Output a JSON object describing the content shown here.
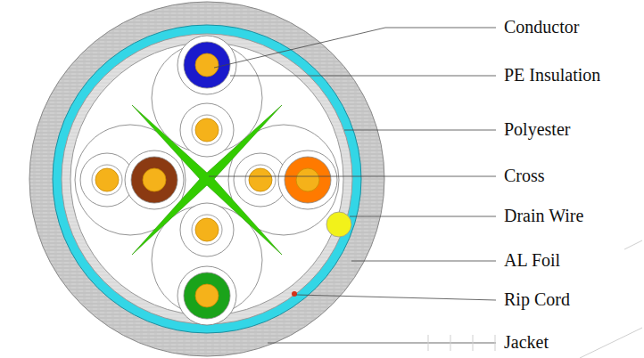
{
  "diagram": {
    "labels": [
      "Conductor",
      "PE Insulation",
      "Polyester",
      "Cross",
      "Drain Wire",
      "AL Foil",
      "Rip Cord",
      "Jacket"
    ]
  }
}
